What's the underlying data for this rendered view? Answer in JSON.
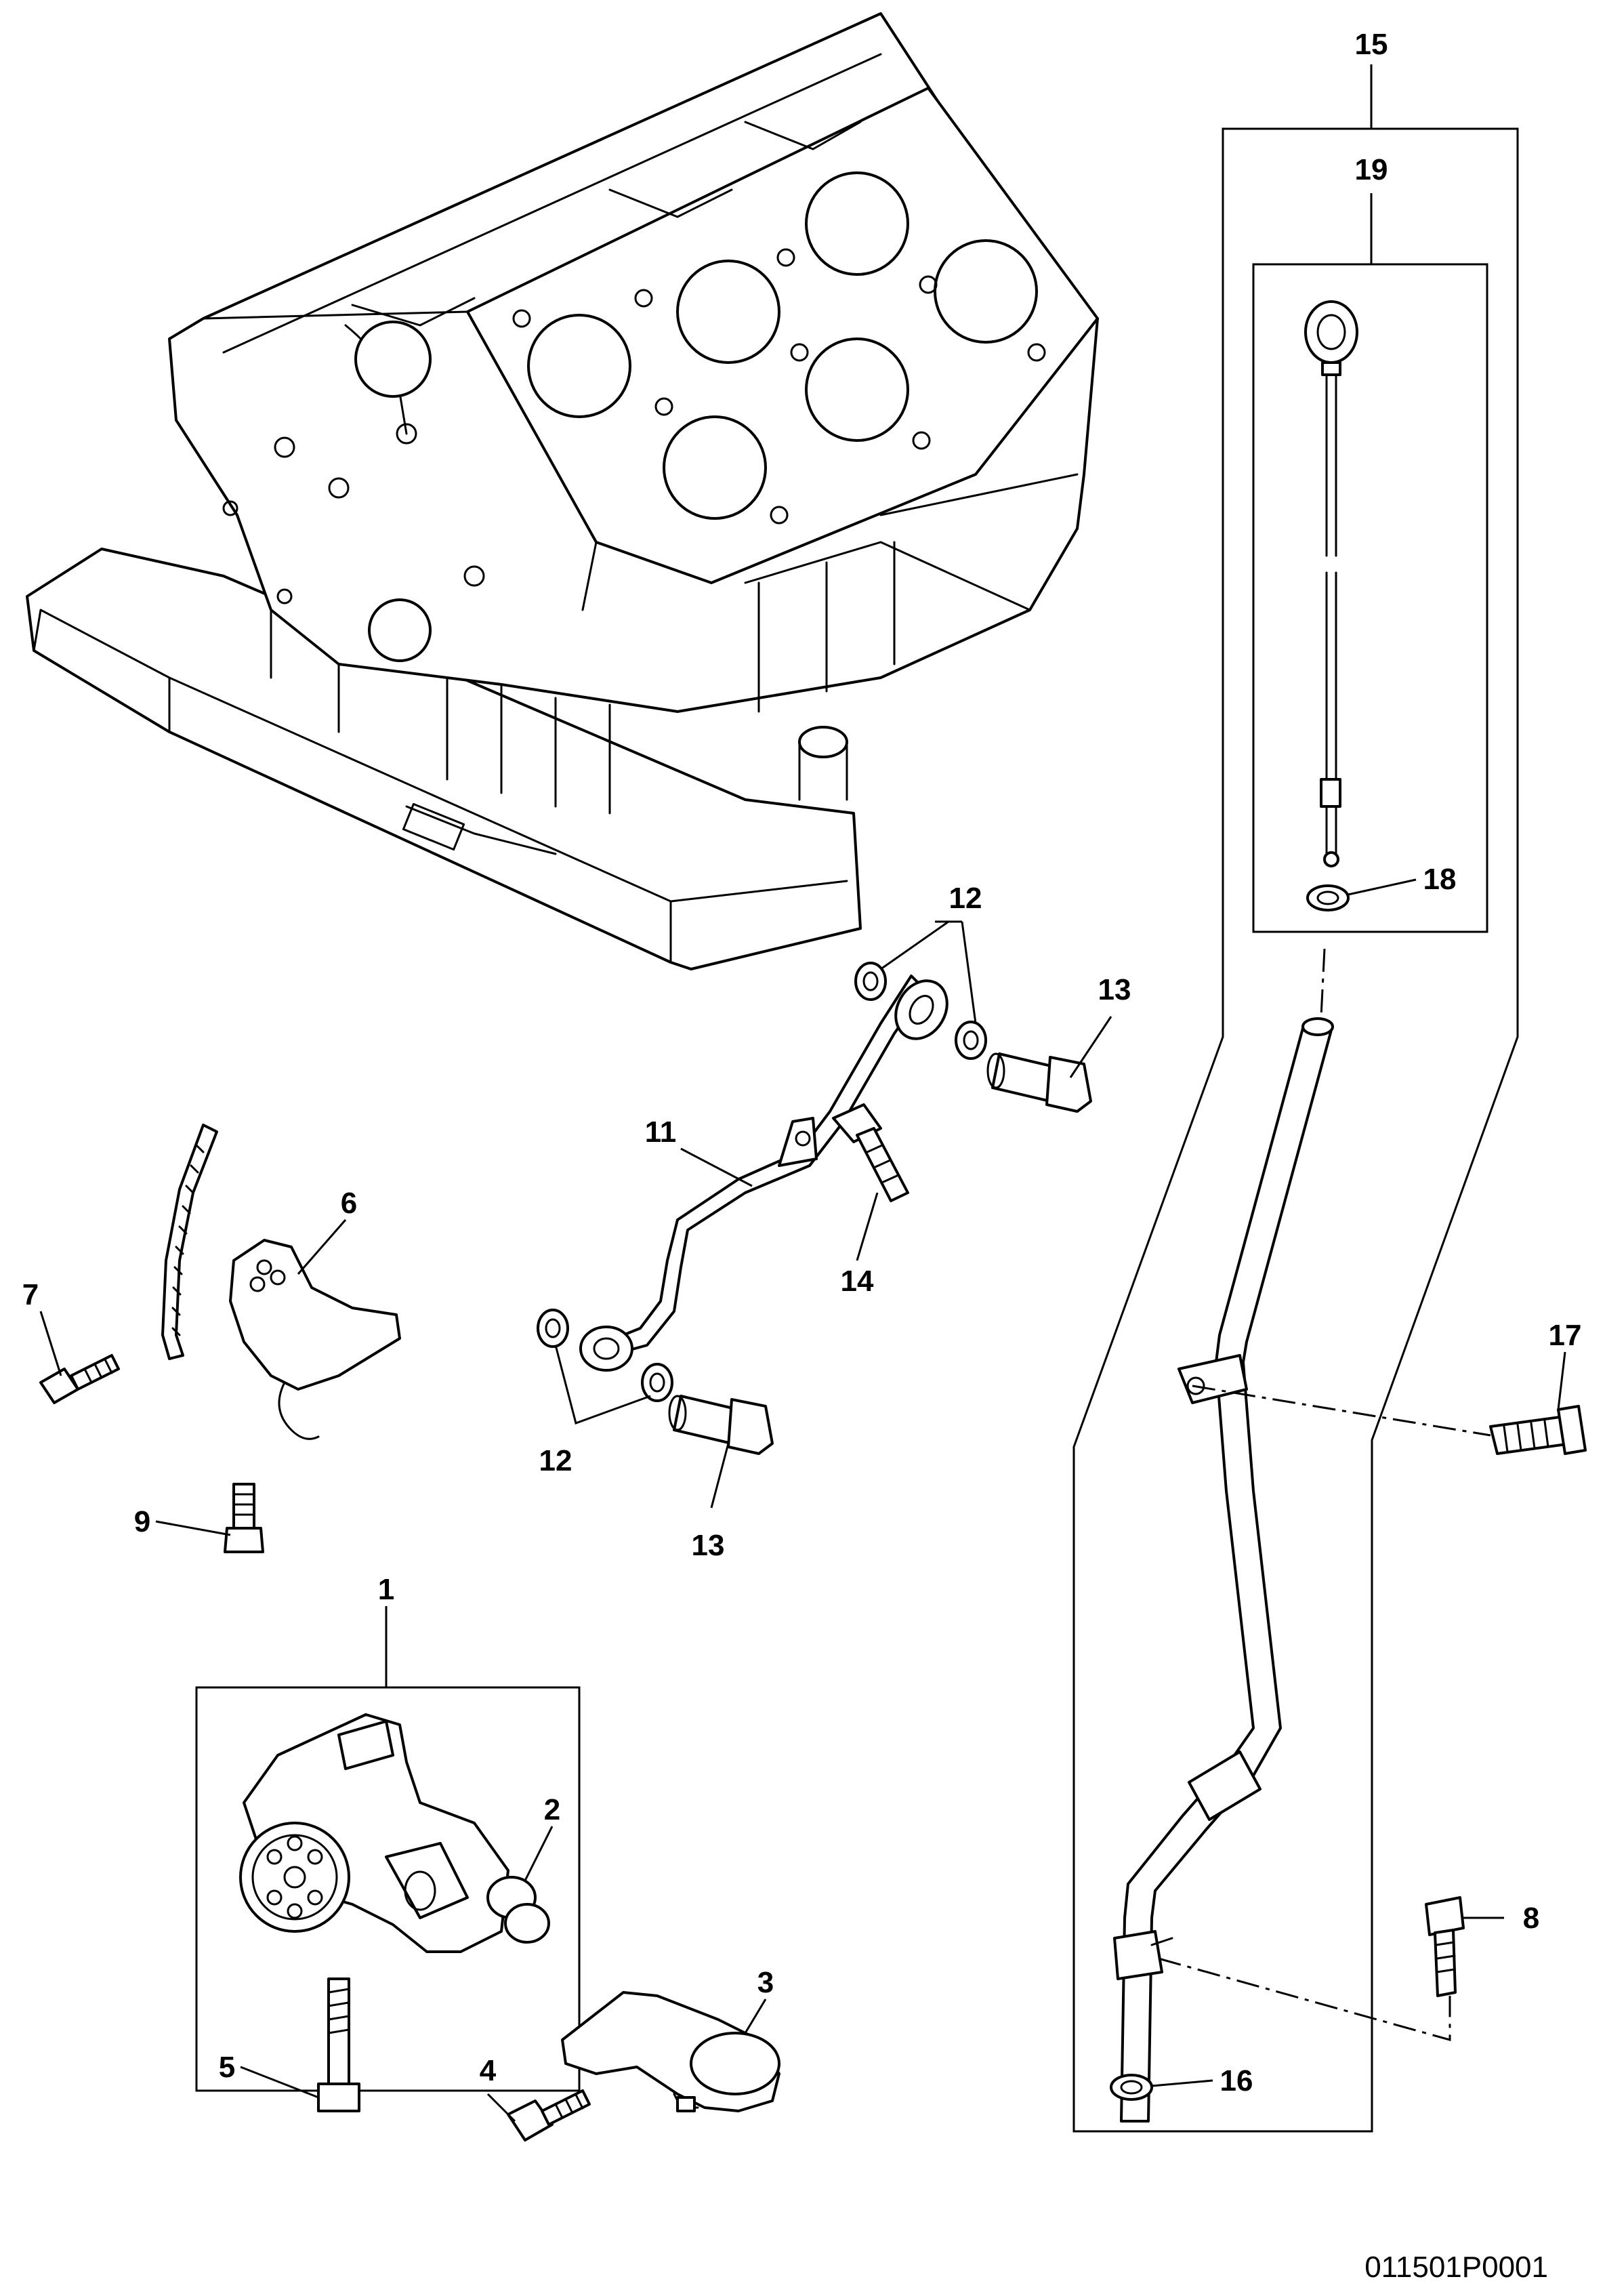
{
  "drawing_code": "011501P0001",
  "callouts": [
    {
      "label": "1"
    },
    {
      "label": "2"
    },
    {
      "label": "3"
    },
    {
      "label": "4"
    },
    {
      "label": "5"
    },
    {
      "label": "6"
    },
    {
      "label": "7"
    },
    {
      "label": "8"
    },
    {
      "label": "9"
    },
    {
      "label": "11"
    },
    {
      "label": "12"
    },
    {
      "label": "12"
    },
    {
      "label": "13"
    },
    {
      "label": "13"
    },
    {
      "label": "14"
    },
    {
      "label": "15"
    },
    {
      "label": "16"
    },
    {
      "label": "17"
    },
    {
      "label": "18"
    },
    {
      "label": "19"
    }
  ]
}
